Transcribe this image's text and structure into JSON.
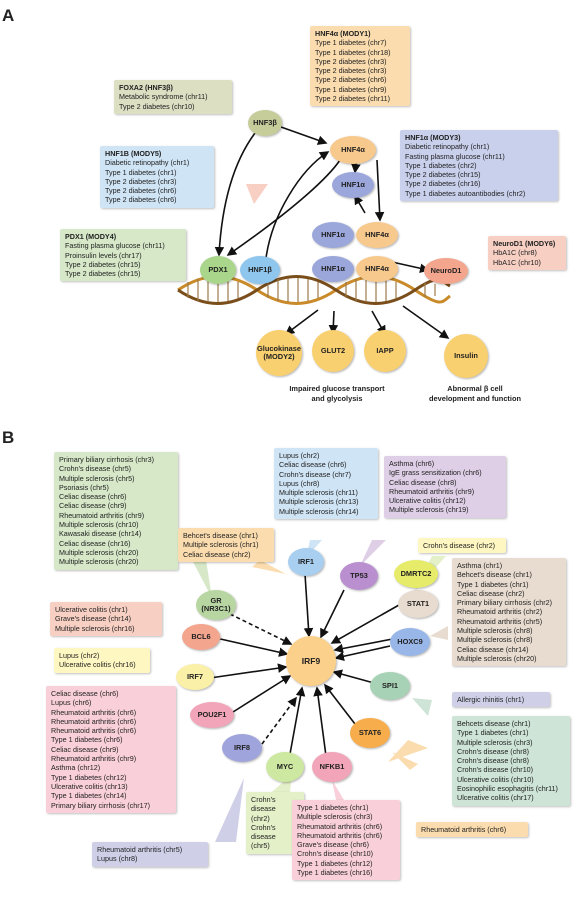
{
  "colors": {
    "green": "#d6e8c8",
    "green_dark": "#8fbe72",
    "blue": "#cfe4f5",
    "blue_dark": "#7ab8e6",
    "orange": "#fbdcae",
    "orange_dark": "#f3b05a",
    "periwinkle": "#c9d0ec",
    "periwinkle_dark": "#7f8ccc",
    "salmon": "#f7cfc3",
    "salmon_dark": "#ec8d72",
    "olive": "#dcdfc2",
    "olive_dark": "#a7af7c",
    "yellow": "#fff7c2",
    "yellow_dark": "#f2de53",
    "purple": "#decfe6",
    "purple_dark": "#a07ab8",
    "pink": "#f9d0da",
    "pink_dark": "#e8849a",
    "tan": "#e8dcd0",
    "tan_dark": "#c1aa92",
    "lime": "#e4f0c8",
    "lime_dark": "#b6d26c",
    "teal": "#cde4d6",
    "teal_dark": "#7fb89a",
    "lavender": "#cfd0e8"
  },
  "panelA": {
    "label": "A",
    "boxes": {
      "hnf4a": {
        "title": "HNF4α (MODY1)",
        "lines": [
          "Type 1 diabetes (chr7)",
          "Type 1 diabetes (chr18)",
          "Type 2 diabetes (chr3)",
          "Type 2 diabetes (chr3)",
          "Type 2 diabetes (chr6)",
          "Type 1 diabetes (chr9)",
          "Type 2 diabetes (chr11)"
        ]
      },
      "foxa2": {
        "title": "FOXA2 (HNF3β)",
        "lines": [
          "Metabolic syndrome (chr11)",
          "Type 2 diabetes (chr10)"
        ]
      },
      "hnf1b": {
        "title": "HNF1B (MODY5)",
        "lines": [
          "Diabetic retinopathy (chr1)",
          "Type 1 diabetes (chr1)",
          "Type 2 diabetes (chr3)",
          "Type 2 diabetes (chr6)",
          "Type 2 diabetes (chr6)"
        ]
      },
      "hnf1a": {
        "title": "HNF1α (MODY3)",
        "lines": [
          "Diabetic retinopathy (chr1)",
          "Fasting plasma glucose (chr11)",
          "Type 1 diabetes (chr2)",
          "Type 2 diabetes (chr15)",
          "Type 2 diabetes (chr16)",
          "Type 1 diabetes autoantibodies (chr2)"
        ]
      },
      "pdx1": {
        "title": "PDX1 (MODY4)",
        "lines": [
          "Fasting plasma glucose (chr11)",
          "Proinsulin levels (chr17)",
          "Type 2 diabetes (chr15)",
          "Type 2 diabetes (chr15)"
        ]
      },
      "neurod1": {
        "title": "NeuroD1 (MODY6)",
        "lines": [
          "HbA1C (chr8)",
          "HbA1C (chr10)"
        ]
      }
    },
    "nodes": {
      "hnf3b": "HNF3β",
      "hnf4a_top": "HNF4α",
      "hnf1a_mid": "HNF1α",
      "hnf1a_r1": "HNF1α",
      "hnf4a_r1": "HNF4α",
      "hnf1a_r2": "HNF1α",
      "hnf4a_r2": "HNF4α",
      "pdx1": "PDX1",
      "hnf1b": "HNF1β",
      "neurod1": "NeuroD1",
      "glucokinase": "Glucokinase\n(MODY2)",
      "glut2": "GLUT2",
      "iapp": "IAPP",
      "insulin": "Insulin"
    },
    "captions": {
      "impaired": "Impaired glucose transport\nand glycolysis",
      "abnormal": "Abnormal β cell\ndevelopment and function"
    }
  },
  "panelB": {
    "label": "B",
    "center": "IRF9",
    "nodes": {
      "gr": "GR\n(NR3C1)",
      "bcl6": "BCL6",
      "irf7": "IRF7",
      "pou2f1": "POU2F1",
      "irf8": "IRF8",
      "myc": "MYC",
      "nfkb1": "NFKB1",
      "stat6": "STAT6",
      "spi1": "SPI1",
      "hoxc9": "HOXC9",
      "stat1": "STAT1",
      "dmrtc2": "DMRTC2",
      "tp53": "TP53",
      "irf1": "IRF1"
    },
    "boxes": {
      "gr": {
        "lines": [
          "Primary biliary cirrhosis (chr3)",
          "Crohn's disease (chr5)",
          "Multiple sclerosis (chr5)",
          "Psoriasis (chr5)",
          "Celiac disease (chr6)",
          "Celiac disease (chr9)",
          "Rheumatoid arthritis (chr9)",
          "Multiple sclerosis (chr10)",
          "Kawasaki disease (chr14)",
          "Celiac disease (chr16)",
          "Multiple sclerosis (chr20)",
          "Multiple sclerosis (chr20)"
        ]
      },
      "irf1": {
        "lines": [
          "Lupus (chr2)",
          "Celiac disease (chr6)",
          "Crohn's disease (chr7)",
          "Lupus (chr8)",
          "Multiple sclerosis (chr11)",
          "Multiple sclerosis (chr13)",
          "Multiple sclerosis (chr14)"
        ]
      },
      "tp53": {
        "lines": [
          "Asthma (chr6)",
          "IgE grass sensitization (chr6)",
          "Celiac disease (chr8)",
          "Rheumatoid arthritis (chr9)",
          "Ulcerative colitis (chr12)",
          "Multiple sclerosis (chr19)"
        ]
      },
      "behcet": {
        "lines": [
          "Behcet's disease (chr1)",
          "Multiple sclerosis (chr1)",
          "Celiac disease (chr2)"
        ]
      },
      "dmrtc2": {
        "lines": [
          "Crohn's disease (chr2)"
        ]
      },
      "stat1": {
        "lines": [
          "Asthma (chr1)",
          "Behcet's disease (chr1)",
          "Type 1 diabetes (chr1)",
          "Celiac disease (chr2)",
          "Primary biliary cirrhosis (chr2)",
          "Rheumatoid arthritis (chr2)",
          "Rheumatoid arthritis (chr5)",
          "Multiple sclerosis (chr8)",
          "Multiple sclerosis (chr8)",
          "Celiac disease (chr14)",
          "Multiple sclerosis (chr20)"
        ]
      },
      "bcl6": {
        "lines": [
          "Ulcerative colitis (chr1)",
          "Grave's disease (chr14)",
          "Multiple sclerosis (chr16)"
        ]
      },
      "irf7": {
        "lines": [
          "Lupus (chr2)",
          "Ulcerative colitis (chr16)"
        ]
      },
      "hoxc9": {
        "lines": [
          "Allergic rhinitis (chr1)"
        ]
      },
      "pou2f1": {
        "lines": [
          "Celiac disease (chr6)",
          "Lupus (chr6)",
          "Rheumatoid arthritis (chr6)",
          "Rheumatoid arthritis (chr6)",
          "Rheumatoid arthritis (chr6)",
          "Type 1 diabetes (chr6)",
          "Celiac disease (chr9)",
          "Rheumatoid arthritis (chr9)",
          "Asthma (chr12)",
          "Type 1 diabetes (chr12)",
          "Ulcerative colitis (chr13)",
          "Type 1 diabetes (chr14)",
          "Primary biliary cirrhosis (chr17)"
        ]
      },
      "spi1": {
        "lines": [
          "Behcets disease (chr1)",
          "Type 1 diabetes (chr1)",
          "Multiple sclerosis (chr3)",
          "Crohn's disease (chr8)",
          "Crohn's disease (chr8)",
          "Crohn's disease (chr10)",
          "Ulcerative colitis (chr10)",
          "Eosinophilic esophagitis (chr11)",
          "Ulcerative colitis (chr17)"
        ]
      },
      "stat6": {
        "lines": [
          "Rheumatoid arthritis (chr6)"
        ]
      },
      "irf8": {
        "lines": [
          "Rheumatoid arthritis (chr5)",
          "Lupus (chr8)"
        ]
      },
      "myc": {
        "lines": [
          "Crohn's disease",
          "(chr2)",
          "Crohn's disease",
          "(chr5)"
        ]
      },
      "nfkb1": {
        "lines": [
          "Type 1 diabetes (chr1)",
          "Multiple sclerosis (chr3)",
          "Rheumatoid arthritis (chr6)",
          "Rheumatoid arthritis (chr6)",
          "Grave's disease (chr6)",
          "Crohn's disease (chr10)",
          "Type 1 diabetes (chr12)",
          "Type 1 diabetes (chr16)"
        ]
      }
    }
  }
}
